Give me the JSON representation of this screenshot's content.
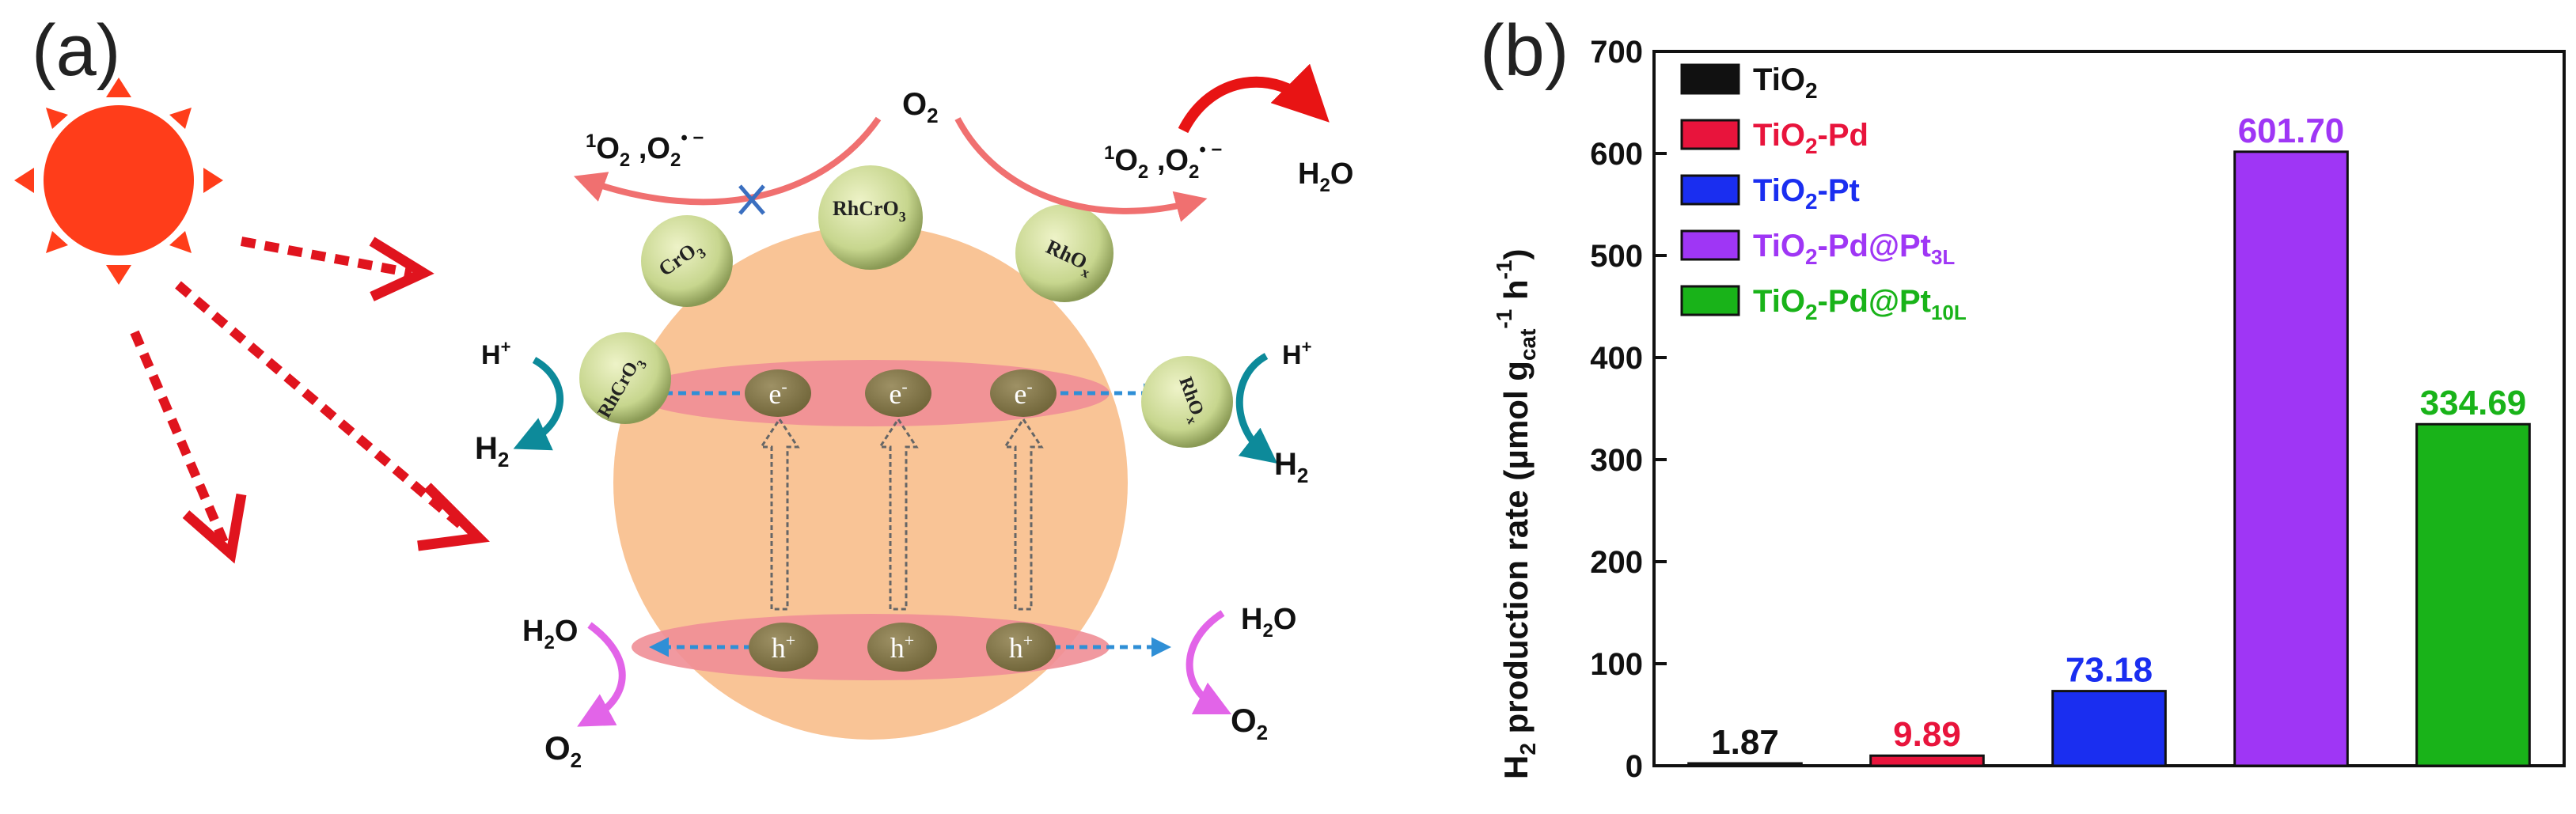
{
  "scheme": {
    "panel_label": "(a)",
    "top_o2": {
      "main": "O",
      "sub": "2"
    },
    "left_ros": {
      "sup1": "1",
      "a": "O",
      "sub1": "2",
      "b": " ,O",
      "sub2": "2",
      "sup2": "• −"
    },
    "right_ros": {
      "sup1": "1",
      "a": "O",
      "sub1": "2",
      "b": " ,O",
      "sub2": "2",
      "sup2": "• −"
    },
    "right_h2o": {
      "a": "H",
      "sub": "2",
      "b": "O"
    },
    "left_hplus": {
      "main": "H",
      "sup": "+"
    },
    "left_h2": {
      "main": "H",
      "sub": "2"
    },
    "right_hplus": {
      "main": "H",
      "sup": "+"
    },
    "right_h2": {
      "main": "H",
      "sub": "2"
    },
    "left_h2o": {
      "a": "H",
      "sub": "2",
      "b": "O"
    },
    "left_o2": {
      "main": "O",
      "sub": "2"
    },
    "right_h2o_bottom": {
      "a": "H",
      "sub": "2",
      "b": "O"
    },
    "right_o2": {
      "main": "O",
      "sub": "2"
    },
    "cocatalysts": {
      "top_left": {
        "a": "CrO",
        "sub": "3"
      },
      "top_middle": {
        "a": "RhCrO",
        "sub": "3"
      },
      "top_right": {
        "a": "RhO",
        "sub": "x"
      },
      "left": {
        "a": "RhCrO",
        "sub": "3"
      },
      "right": {
        "a": "RhO",
        "sub": "x"
      }
    },
    "electrons": [
      {
        "main": "e",
        "sup": "-"
      },
      {
        "main": "e",
        "sup": "-"
      },
      {
        "main": "e",
        "sup": "-"
      }
    ],
    "holes": [
      {
        "main": "h",
        "sup": "+"
      },
      {
        "main": "h",
        "sup": "+"
      },
      {
        "main": "h",
        "sup": "+"
      }
    ],
    "icons": [
      "sun-icon",
      "light-ray-arrow-icon",
      "cross-mark-icon"
    ],
    "colors": {
      "sun": "#ff3d1a",
      "ray": "#e0141e",
      "sphere": "#f9c496",
      "band": "#f08e96",
      "particle": "#8a7d4f",
      "arrow_pink": "#f07070",
      "arrow_red": "#e81414",
      "arrow_teal": "#0d8a9a",
      "arrow_magenta": "#e264e8",
      "cocatalyst": "#c7d68e"
    }
  },
  "chart_data": {
    "type": "bar",
    "panel_label": "(b)",
    "categories": [
      "TiO2",
      "TiO2-Pd",
      "TiO2-Pt",
      "TiO2-Pd@Pt3L",
      "TiO2-Pd@Pt10L"
    ],
    "values": [
      1.87,
      9.89,
      73.18,
      601.7,
      334.69
    ],
    "value_labels": [
      "1.87",
      "9.89",
      "73.18",
      "601.70",
      "334.69"
    ],
    "colors": [
      "#111111",
      "#e8143c",
      "#1a2ef0",
      "#9f36f5",
      "#19b319"
    ],
    "ylim": [
      0,
      700
    ],
    "yticks": [
      0,
      100,
      200,
      300,
      400,
      500,
      600,
      700
    ],
    "ylabel": {
      "a": "H",
      "sub1": "2",
      "b": " production rate (μmol g",
      "sub2": "cat",
      "sup1": "-1",
      "c": " h",
      "sup2": "-1",
      "d": ")"
    },
    "legend": [
      {
        "main": "TiO",
        "sub": "2",
        "rest": "",
        "sub2": ""
      },
      {
        "main": "TiO",
        "sub": "2",
        "rest": "-Pd",
        "sub2": ""
      },
      {
        "main": "TiO",
        "sub": "2",
        "rest": "-Pt",
        "sub2": ""
      },
      {
        "main": "TiO",
        "sub": "2",
        "rest": "-Pd@Pt",
        "sub2": "3L"
      },
      {
        "main": "TiO",
        "sub": "2",
        "rest": "-Pd@Pt",
        "sub2": "10L"
      }
    ],
    "legend_position": "top-left",
    "grid": false
  }
}
